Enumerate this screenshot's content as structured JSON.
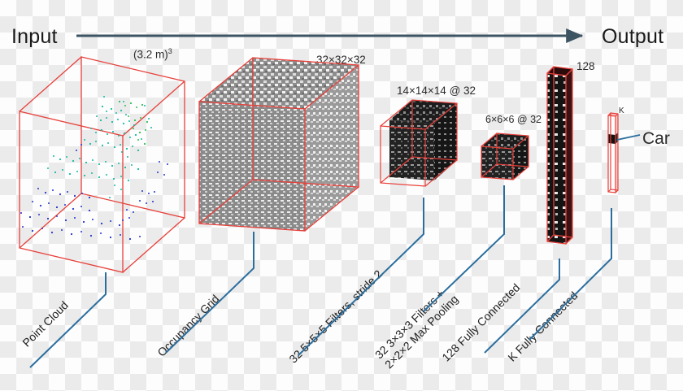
{
  "header": {
    "input_label": "Input",
    "output_label": "Output",
    "arrow_color": "#3d5463"
  },
  "colors": {
    "wireframe": "#e8403a",
    "leader": "#2b6e9e",
    "text": "#1f1f1f",
    "voxel_light": "#f2f2f2",
    "voxel_mid": "#8a8a8a",
    "voxel_dark": "#1b1b1b",
    "point_teal": "#17b8a6",
    "point_blue": "#2233cc",
    "point_green": "#2fbf4f"
  },
  "stages": [
    {
      "id": "point-cloud",
      "dim_label": "(3.2 m)",
      "dim_sup": "3",
      "lead_label": "Point Cloud"
    },
    {
      "id": "occupancy-grid",
      "dim_label": "32×32×32",
      "dim_sup": "",
      "lead_label": "Occupancy Grid"
    },
    {
      "id": "conv1",
      "dim_label": "14×14×14 @ 32",
      "dim_sup": "",
      "lead_label": "32 5×5×5 Filters, stride 2"
    },
    {
      "id": "conv2",
      "dim_label": "6×6×6 @ 32",
      "dim_sup": "",
      "lead_label_line1": "32 3×3×3 Filters +",
      "lead_label_line2": "2×2×2 Max Pooling"
    },
    {
      "id": "fc128",
      "dim_label": "128",
      "dim_sup": "",
      "lead_label": "128 Fully Connected"
    },
    {
      "id": "fck",
      "dim_label": "K",
      "dim_sup": "",
      "lead_label": "K Fully Connected"
    }
  ],
  "output": {
    "class_label": "Car"
  }
}
